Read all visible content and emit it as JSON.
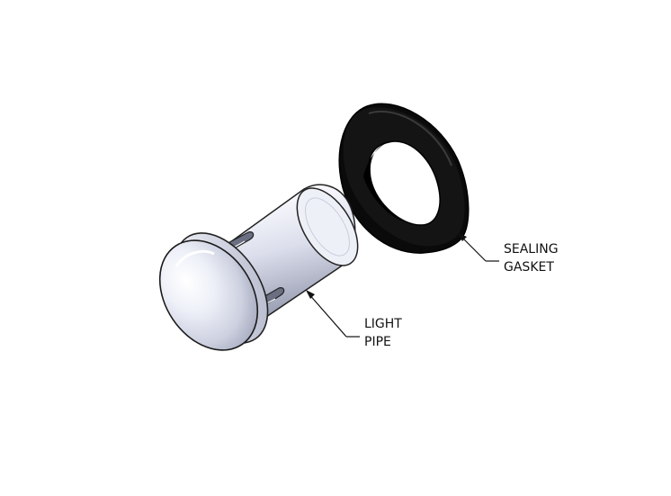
{
  "diagram": {
    "components": [
      {
        "id": "light-pipe",
        "label_lines": [
          "LIGHT",
          "PIPE"
        ],
        "color": "#e6e8f4"
      },
      {
        "id": "sealing-gasket",
        "label_lines": [
          "SEALING",
          "GASKET"
        ],
        "color": "#080808"
      }
    ],
    "leader_color": "#111111",
    "background": "#ffffff"
  }
}
